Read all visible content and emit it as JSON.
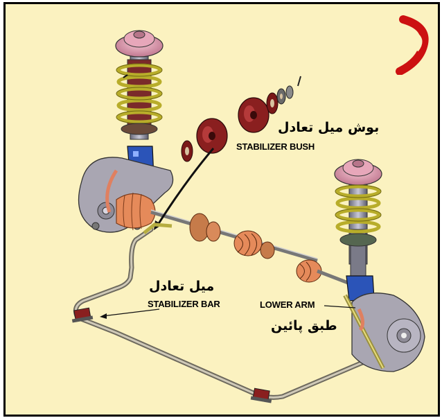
{
  "labels": {
    "stabilizer_bush_fa": "بوش میل تعادل",
    "stabilizer_bush_en": "STABILIZER BUSH",
    "stabilizer_bar_fa": "میل تعادل",
    "stabilizer_bar_en": "STABILIZER BAR",
    "lower_arm_en": "LOWER ARM",
    "lower_arm_fa": "طبق پائین"
  },
  "colors": {
    "background": "#fbf2c0",
    "spring": "#c8c23a",
    "strut_mount": "#e6a8b8",
    "bushing": "#8a1f1f",
    "boot": "#e07a4a",
    "stabilizer_bar": "#b9b3a3",
    "bracket": "#2b54b8",
    "watermark": "#cc1111"
  }
}
